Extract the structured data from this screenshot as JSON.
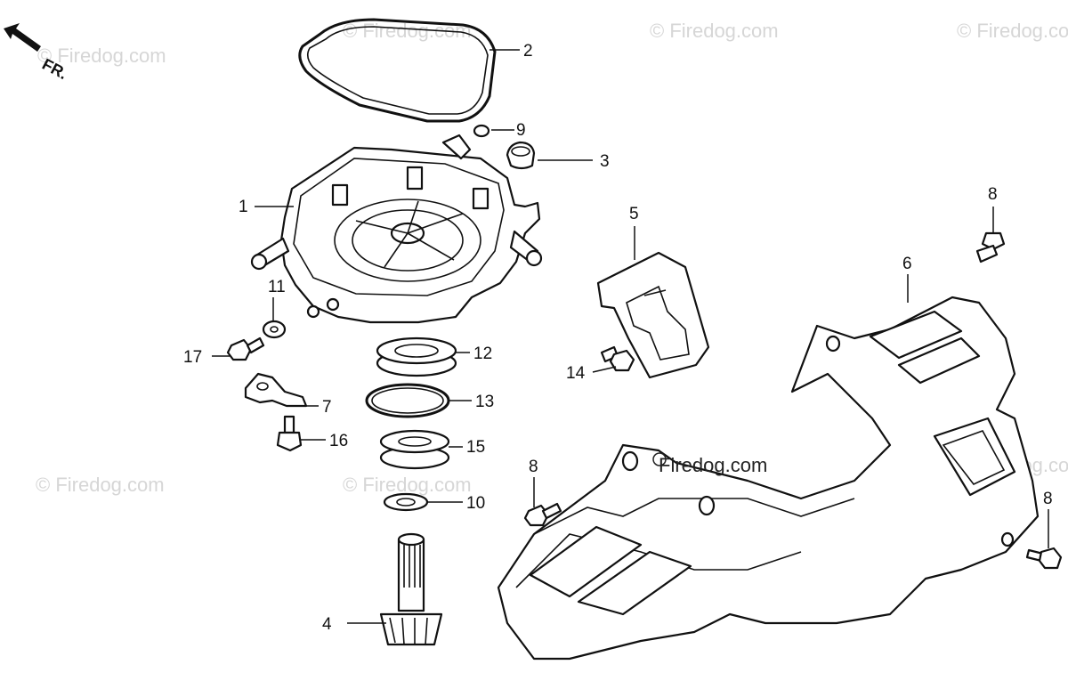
{
  "direction": {
    "label": "FR.",
    "icon": "front-arrow-icon"
  },
  "watermark": {
    "text": "© Firedog.com",
    "text_dark": "Firedog.com"
  },
  "callouts": [
    {
      "id": "c1",
      "label": "1"
    },
    {
      "id": "c2",
      "label": "2"
    },
    {
      "id": "c3",
      "label": "3"
    },
    {
      "id": "c4",
      "label": "4"
    },
    {
      "id": "c5",
      "label": "5"
    },
    {
      "id": "c6",
      "label": "6"
    },
    {
      "id": "c7",
      "label": "7"
    },
    {
      "id": "c8a",
      "label": "8"
    },
    {
      "id": "c8b",
      "label": "8"
    },
    {
      "id": "c8c",
      "label": "8"
    },
    {
      "id": "c9",
      "label": "9"
    },
    {
      "id": "c10",
      "label": "10"
    },
    {
      "id": "c11",
      "label": "11"
    },
    {
      "id": "c12",
      "label": "12"
    },
    {
      "id": "c13",
      "label": "13"
    },
    {
      "id": "c14",
      "label": "14"
    },
    {
      "id": "c15",
      "label": "15"
    },
    {
      "id": "c16",
      "label": "16"
    },
    {
      "id": "c17",
      "label": "17"
    }
  ]
}
